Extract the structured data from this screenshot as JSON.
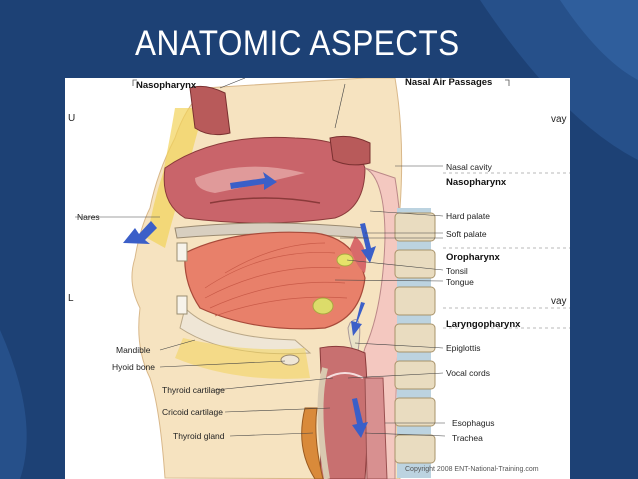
{
  "slide": {
    "title": "ANATOMIC ASPECTS"
  },
  "figure": {
    "top_labels": {
      "nasopharynx_top": "Nasopharynx",
      "nasal_air_passages": "Nasal Air Passages"
    },
    "edge_fragments": {
      "left_upper": "U",
      "left_lower": "L",
      "right_upper": "vay",
      "right_lower": "vay"
    },
    "labels_left": {
      "nares": "Nares",
      "mandible": "Mandible",
      "hyoid_bone": "Hyoid bone",
      "thyroid_cartilage": "Thyroid cartilage",
      "cricoid_cartilage": "Cricoid cartilage",
      "thyroid_gland": "Thyroid gland"
    },
    "labels_right": {
      "nasal_cavity": "Nasal cavity",
      "nasopharynx": "Nasopharynx",
      "hard_palate": "Hard palate",
      "soft_palate": "Soft palate",
      "oropharynx": "Oropharynx",
      "tonsil": "Tonsil",
      "tongue": "Tongue",
      "laryngopharynx": "Laryngopharynx",
      "epiglottis": "Epiglottis",
      "vocal_cords": "Vocal cords",
      "esophagus": "Esophagus",
      "trachea": "Trachea"
    },
    "copyright": "Copyright 2008 ENT-National-Training.com"
  },
  "colors": {
    "background": "#1d4175",
    "accent": "#2a5a9a",
    "arrow": "#3b5fc8"
  }
}
